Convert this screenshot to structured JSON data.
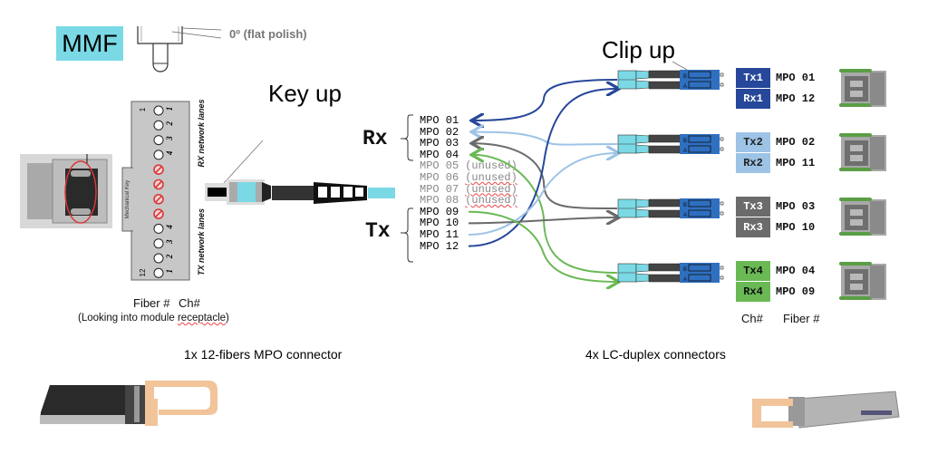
{
  "fiber_type": "MMF",
  "polish_label": "0º (flat polish)",
  "key_up_label": "Key up",
  "clip_up_label": "Clip up",
  "mpo_receptacle": {
    "mechanical_key_label": "Mechanical Key",
    "rx_lanes_label": "RX network lanes",
    "tx_lanes_label": "TX network lanes",
    "fiber_number_first": "1",
    "fiber_number_last": "12",
    "channel_numbers": [
      "1",
      "2",
      "3",
      "4",
      "",
      "",
      "",
      "",
      "4",
      "3",
      "2",
      "1"
    ],
    "blocked_positions": [
      5,
      6,
      7,
      8
    ],
    "col_fiber_label": "Fiber #",
    "col_ch_label": "Ch#",
    "note_prefix": "(Looking into module ",
    "note_squiggle": "receptacle",
    "note_suffix": ")"
  },
  "fiber_list": {
    "rx_label": "Rx",
    "tx_label": "Tx",
    "rows": [
      {
        "fiber": "MPO 01",
        "status": ""
      },
      {
        "fiber": "MPO 02",
        "status": ""
      },
      {
        "fiber": "MPO 03",
        "status": ""
      },
      {
        "fiber": "MPO 04",
        "status": ""
      },
      {
        "fiber": "MPO 05",
        "status": "(unused)"
      },
      {
        "fiber": "MPO 06",
        "status": "(unused)"
      },
      {
        "fiber": "MPO 07",
        "status": "(unused)"
      },
      {
        "fiber": "MPO 08",
        "status": "(unused)"
      },
      {
        "fiber": "MPO 09",
        "status": ""
      },
      {
        "fiber": "MPO 10",
        "status": ""
      },
      {
        "fiber": "MPO 11",
        "status": ""
      },
      {
        "fiber": "MPO 12",
        "status": ""
      }
    ]
  },
  "lc_channels": [
    {
      "tx": "Tx1",
      "tx_fiber": "MPO 01",
      "rx": "Rx1",
      "rx_fiber": "MPO 12",
      "color": "#27479a",
      "text_color": "#ffffff"
    },
    {
      "tx": "Tx2",
      "tx_fiber": "MPO 02",
      "rx": "Rx2",
      "rx_fiber": "MPO 11",
      "color": "#9dc3e6",
      "text_color": "#222222"
    },
    {
      "tx": "Tx3",
      "tx_fiber": "MPO 03",
      "rx": "Rx3",
      "rx_fiber": "MPO 10",
      "color": "#6b6b6b",
      "text_color": "#ffffff"
    },
    {
      "tx": "Tx4",
      "tx_fiber": "MPO 04",
      "rx": "Rx4",
      "rx_fiber": "MPO 09",
      "color": "#6ab955",
      "text_color": "#111111"
    }
  ],
  "lc_table_headers": {
    "ch": "Ch#",
    "fiber": "Fiber #"
  },
  "captions": {
    "mpo": "1x 12-fibers MPO connector",
    "lc": "4x LC-duplex connectors"
  },
  "colors": {
    "cyan": "#7ad9e5",
    "lc_blue": "#2f6fc0",
    "grey_body": "#c7c7c7",
    "blocked_red": "#d9383a"
  }
}
